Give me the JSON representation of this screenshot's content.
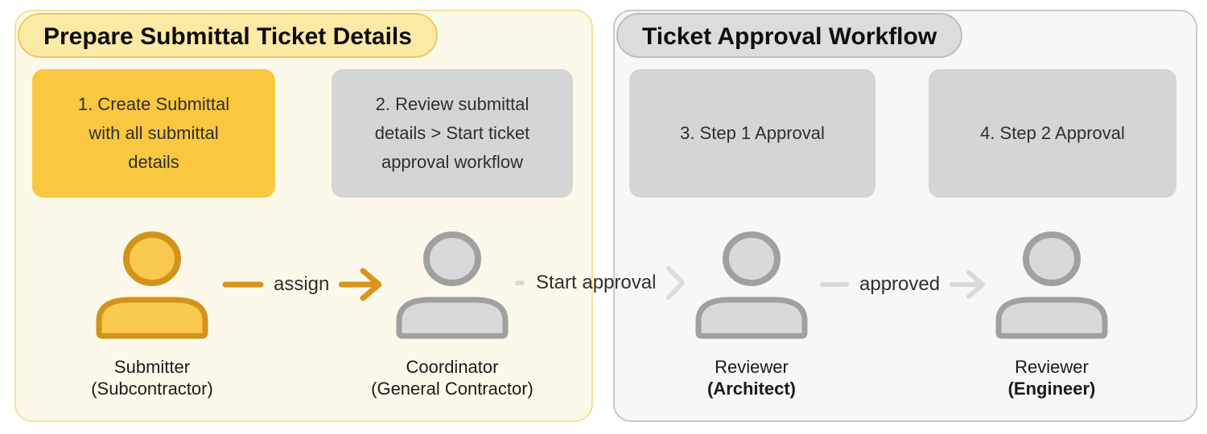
{
  "left_panel": {
    "title": "Prepare Submittal Ticket Details",
    "step1": {
      "line1": "1. Create Submittal",
      "line2": "with all submittal",
      "line3": "details"
    },
    "step2": {
      "line1": "2. Review submittal",
      "line2": "details > Start ticket",
      "line3": "approval workflow"
    },
    "actor1": {
      "role": "Submitter",
      "org": "(Subcontractor)"
    },
    "actor2": {
      "role": "Coordinator",
      "org": "(General Contractor)"
    },
    "connector_label": "assign"
  },
  "right_panel": {
    "title": "Ticket Approval Workflow",
    "step3": {
      "line1": "3. Step 1 Approval"
    },
    "step4": {
      "line1": "4. Step 2 Approval"
    },
    "actor1": {
      "role": "Reviewer",
      "org": "(Architect)"
    },
    "actor2": {
      "role": "Reviewer",
      "org": "(Engineer)"
    },
    "connector_label": "approved"
  },
  "bridge": {
    "label": "Start approval"
  },
  "colors": {
    "amber_box": "#F9C840",
    "amber_icon_fill": "#F9C84E",
    "amber_icon_stroke": "#D2931B",
    "orange_arrow": "#D8941C",
    "gray_box": "#D5D5D5",
    "gray_icon_fill": "#D9D9D9",
    "gray_icon_stroke": "#A0A0A0",
    "gray_arrow": "#D9D9D9",
    "left_panel_bg": "#FDF9EA",
    "left_panel_border": "#F3E1A0",
    "left_pill_bg": "#FBE9A6",
    "left_pill_border": "#EDCB61",
    "right_panel_bg": "#F7F7F7",
    "right_panel_border": "#C9C9C9",
    "right_pill_bg": "#DCDCDC",
    "right_pill_border": "#BDBDBD",
    "text_dark": "#2F2F2F"
  }
}
